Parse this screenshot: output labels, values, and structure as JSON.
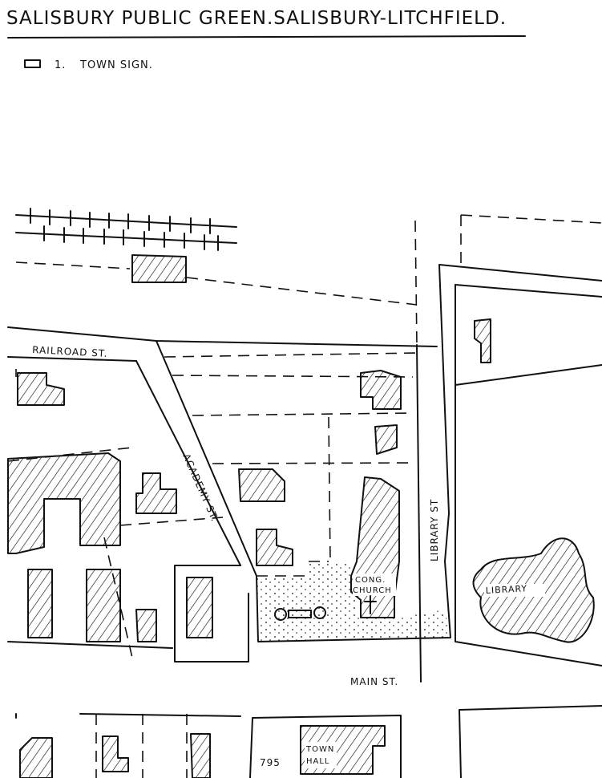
{
  "title": "SALISBURY PUBLIC GREEN.SALISBURY-LITCHFIELD.",
  "legend": {
    "number": "1.",
    "label": "TOWN SIGN.",
    "icon": "rectangle-icon"
  },
  "streets": {
    "railroad": "RAILROAD ST.",
    "academy": "ACADEMY ST.",
    "library": "LIBRARY ST",
    "main": "MAIN ST."
  },
  "buildings": {
    "church_line1": "CONG.",
    "church_line2": "CHURCH",
    "library": "LIBRARY",
    "town_hall_line1": "TOWN",
    "town_hall_line2": "HALL"
  },
  "address_number": "795"
}
